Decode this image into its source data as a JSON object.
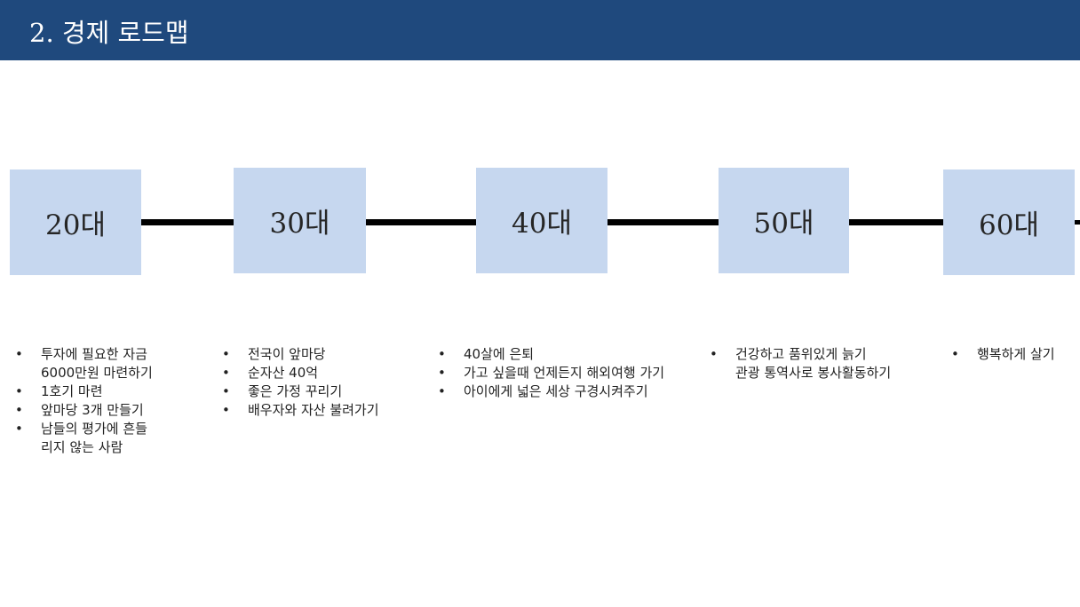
{
  "slide": {
    "title": "2. 경제 로드맵"
  },
  "colors": {
    "header": "#1f497d",
    "box": "#c6d7ef",
    "connector": "#000000"
  },
  "timeline": [
    {
      "label": "20대",
      "items": [
        "투자에 필요한 자금",
        "6000만원 마련하기",
        "1호기 마련",
        "앞마당 3개 만들기",
        "남들의 평가에 흔들",
        "리지 않는 사람"
      ]
    },
    {
      "label": "30대",
      "items": [
        "전국이 앞마당",
        "순자산 40억",
        "좋은 가정 꾸리기",
        "배우자와 자산 불려가기"
      ]
    },
    {
      "label": "40대",
      "items": [
        "40살에 은퇴",
        "가고 싶을때 언제든지 해외여행 가기",
        "아이에게 넓은 세상 구경시켜주기"
      ]
    },
    {
      "label": "50대",
      "items": [
        "건강하고 품위있게 늙기",
        "관광 통역사로 봉사활동하기"
      ]
    },
    {
      "label": "60대",
      "items": [
        "행복하게 살기"
      ]
    }
  ]
}
